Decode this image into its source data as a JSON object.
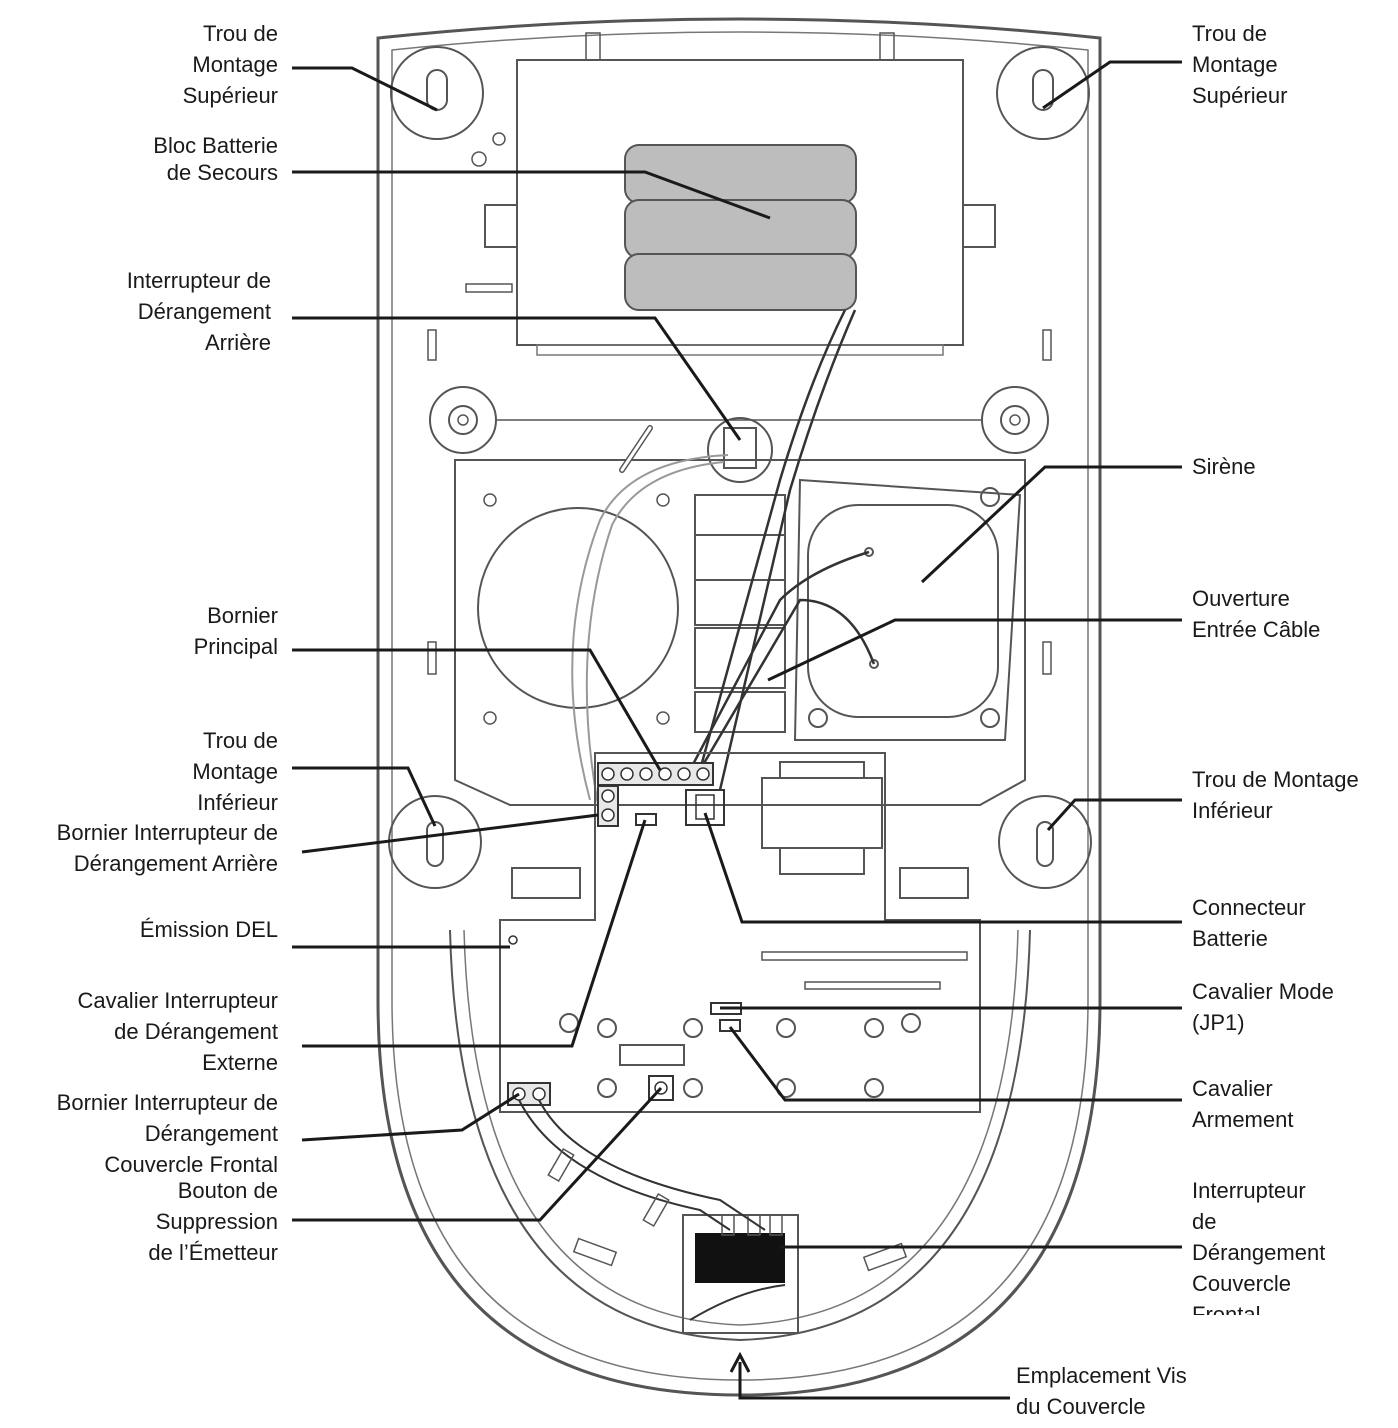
{
  "labels": {
    "top_left_mount": "Trou de\nMontage\nSupérieur",
    "top_right_mount": "Trou de\nMontage\nSupérieur",
    "battery_pack": "Bloc Batterie\nde Secours",
    "rear_tamper": "Interrupteur de\nDérangement\nArrière",
    "main_terminal": "Bornier\nPrincipal",
    "bottom_left_mount": "Trou de\nMontage\nInférieur",
    "rear_tamper_terminal": "Bornier Interrupteur de\nDérangement Arrière",
    "led": "Émission DEL",
    "ext_tamper_jumper": "Cavalier Interrupteur\nde Dérangement\nExterne",
    "front_tamper_terminal": "Bornier Interrupteur de\nDérangement\nCouvercle Frontal",
    "tx_clear_button": "Bouton de\nSuppression\nde l’Émetteur",
    "siren": "Sirène",
    "cable_entry": "Ouverture\nEntrée Câble",
    "bottom_right_mount": "Trou de Montage\nInférieur",
    "battery_connector": "Connecteur\nBatterie",
    "mode_jumper": "Cavalier Mode\n(JP1)",
    "arm_jumper": "Cavalier\nArmement",
    "front_tamper": "Interrupteur\nde\nDérangement\nCouvercle\nFrontal",
    "cover_screw": "Emplacement Vis\ndu Couvercle"
  },
  "colors": {
    "line": "#1a1a1a",
    "body_stroke": "#555555",
    "battery_fill": "#bdbdbd",
    "switch_fill": "#111111"
  }
}
